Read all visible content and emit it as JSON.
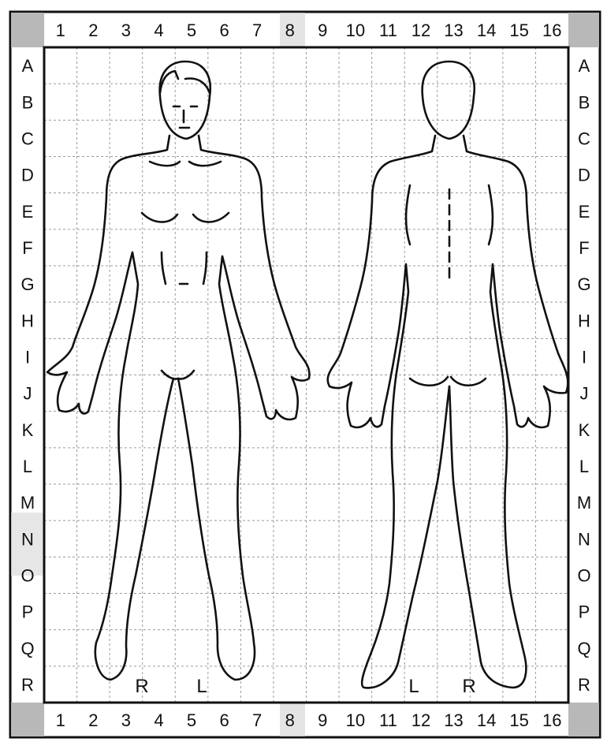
{
  "columns": [
    "1",
    "2",
    "3",
    "4",
    "5",
    "6",
    "7",
    "8",
    "9",
    "10",
    "11",
    "12",
    "13",
    "14",
    "15",
    "16"
  ],
  "rows": [
    "A",
    "B",
    "C",
    "D",
    "E",
    "F",
    "G",
    "H",
    "I",
    "J",
    "K",
    "L",
    "M",
    "N",
    "O",
    "P",
    "Q",
    "R"
  ],
  "front_figure": {
    "right_label": "R",
    "left_label": "L"
  },
  "back_figure": {
    "left_label": "L",
    "right_label": "R"
  }
}
